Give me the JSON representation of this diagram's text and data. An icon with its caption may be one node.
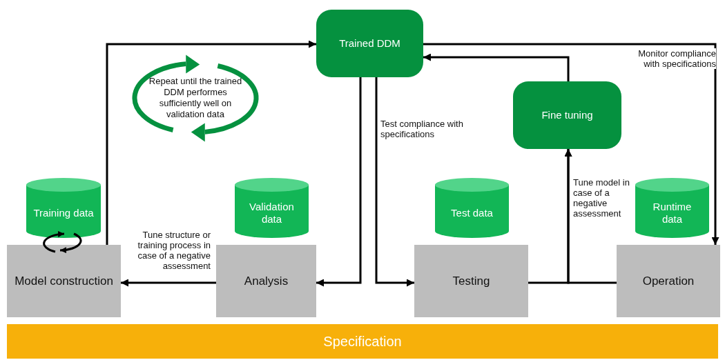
{
  "diagram": {
    "nodes": [
      {
        "text": [
          "Trained DDM"
        ]
      },
      {
        "text": [
          "Fine tuning"
        ]
      },
      {
        "text": [
          "Training data"
        ]
      },
      {
        "text": [
          "Validation data"
        ]
      },
      {
        "text": [
          "Test data"
        ]
      },
      {
        "text": [
          "Runtime data"
        ]
      },
      {
        "text": [
          "Model construction"
        ]
      },
      {
        "text": [
          "Analysis"
        ]
      },
      {
        "text": [
          "Testing"
        ]
      },
      {
        "text": [
          "Operation"
        ]
      },
      {
        "text": [
          "Specification"
        ]
      }
    ],
    "edges": [
      {
        "from": 6,
        "to": 0,
        "arrow": "to"
      },
      {
        "from": 0,
        "to": 7,
        "arrow": "to"
      },
      {
        "from": 0,
        "to": 8,
        "arrow": "to",
        "label": "Test compliance with specifications"
      },
      {
        "from": 7,
        "to": 6,
        "arrow": "to",
        "label": "Tune structure or training process in case of a negative assessment"
      },
      {
        "from": 8,
        "to": 1,
        "arrow": "to",
        "label": "Tune model in case of a negative assessment"
      },
      {
        "from": 9,
        "to": 1,
        "arrow": "to"
      },
      {
        "from": 1,
        "to": 0,
        "arrow": "to"
      },
      {
        "from": 0,
        "to": 9,
        "arrow": "to",
        "label": "Monitor compliance with specifications"
      },
      {
        "from": 6,
        "to": 2,
        "arrow": "to"
      },
      {
        "from": 2,
        "to": 6,
        "arrow": "to"
      }
    ],
    "labels": [
      "Repeat until the trained DDM performes sufficiently well on validation data"
    ]
  }
}
